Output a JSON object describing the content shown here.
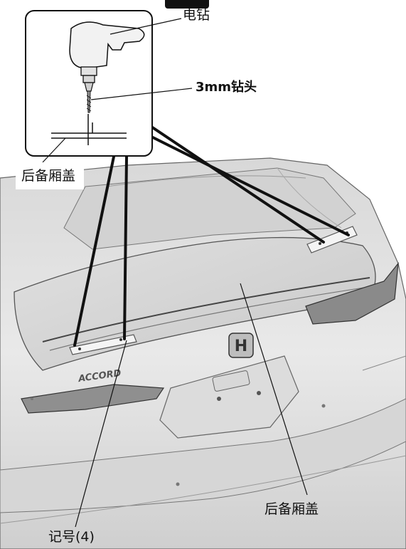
{
  "labels": {
    "drill": "电钻",
    "drill_bit": "3mm钻头",
    "trunk_lid_inset": "后备厢盖",
    "trunk_lid_main": "后备厢盖",
    "mark": "记号(4)"
  },
  "car": {
    "badge_text": "ACCORD"
  },
  "colors": {
    "line": "#111111",
    "body_light": "#e4e4e4",
    "body_mid": "#cfcfcf",
    "body_dark": "#8e8e8e",
    "tape": "#f4f4f4"
  }
}
